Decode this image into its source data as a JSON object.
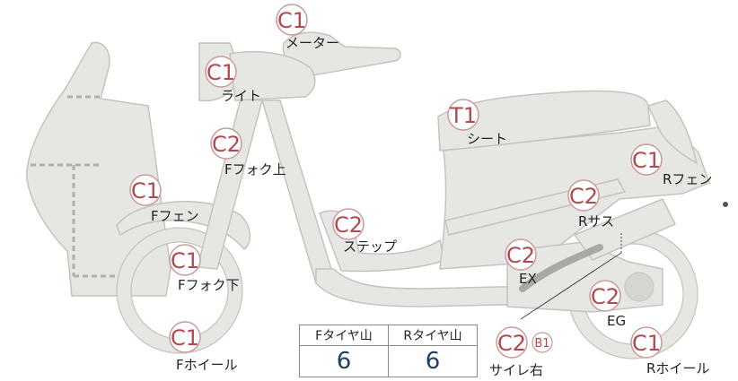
{
  "parts": [
    {
      "id": "meter",
      "grade": "C1",
      "label": "メーター"
    },
    {
      "id": "light",
      "grade": "C1",
      "label": "ライト"
    },
    {
      "id": "f-fork-upper",
      "grade": "C2",
      "label": "Fフォク上"
    },
    {
      "id": "f-fender",
      "grade": "C1",
      "label": "Fフェン"
    },
    {
      "id": "f-fork-lower",
      "grade": "C1",
      "label": "Fフォク下"
    },
    {
      "id": "f-wheel",
      "grade": "C1",
      "label": "Fホイール"
    },
    {
      "id": "step",
      "grade": "C2",
      "label": "ステップ"
    },
    {
      "id": "seat",
      "grade": "T1",
      "label": "シート"
    },
    {
      "id": "r-fender",
      "grade": "C1",
      "label": "Rフェン"
    },
    {
      "id": "r-suspension",
      "grade": "C2",
      "label": "Rサス"
    },
    {
      "id": "ex",
      "grade": "C2",
      "label": "EX"
    },
    {
      "id": "eg",
      "grade": "C2",
      "label": "EG"
    },
    {
      "id": "r-wheel",
      "grade": "C1",
      "label": "Rホイール"
    },
    {
      "id": "muffler-right",
      "grade": "C2",
      "label": "サイレ右",
      "extra_grade": "B1"
    }
  ],
  "tire_table": {
    "headers": [
      "Fタイヤ山",
      "Rタイヤ山"
    ],
    "values": [
      "6",
      "6"
    ]
  },
  "colors": {
    "badge_text": "#b5484a",
    "badge_border": "#c99a9a",
    "body_fill": "#e6e6e2",
    "body_stroke": "#c4c4be",
    "value_text": "#1f3f66"
  }
}
